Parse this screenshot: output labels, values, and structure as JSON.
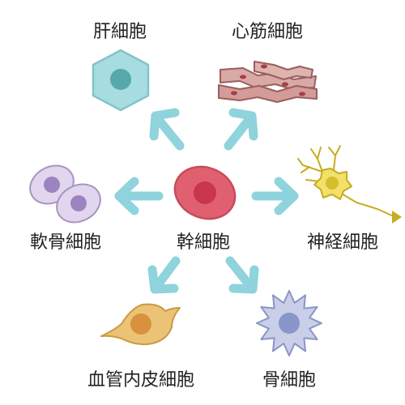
{
  "colors": {
    "arrow": "#8fd3dc",
    "label": "#222222",
    "stem_cell": "#e06070",
    "liver_cell": "#a7dce0",
    "muscle_cell": "#d9a9a5",
    "nerve_cell": "#f3e06a",
    "cartilage_cell": "#e2d6ee",
    "endothelial_cell": "#ecc276",
    "bone_cell": "#c9cfe8"
  },
  "labels": {
    "stem": "幹細胞",
    "liver": "肝細胞",
    "cardiac": "心筋細胞",
    "nerve": "神経細胞",
    "cartilage": "軟骨細胞",
    "endothelial": "血管内皮細胞",
    "bone": "骨細胞"
  },
  "icons": [
    "stem-cell-icon",
    "liver-cell-icon",
    "cardiac-muscle-icon",
    "nerve-cell-icon",
    "cartilage-cell-icon",
    "endothelial-cell-icon",
    "bone-cell-icon"
  ]
}
